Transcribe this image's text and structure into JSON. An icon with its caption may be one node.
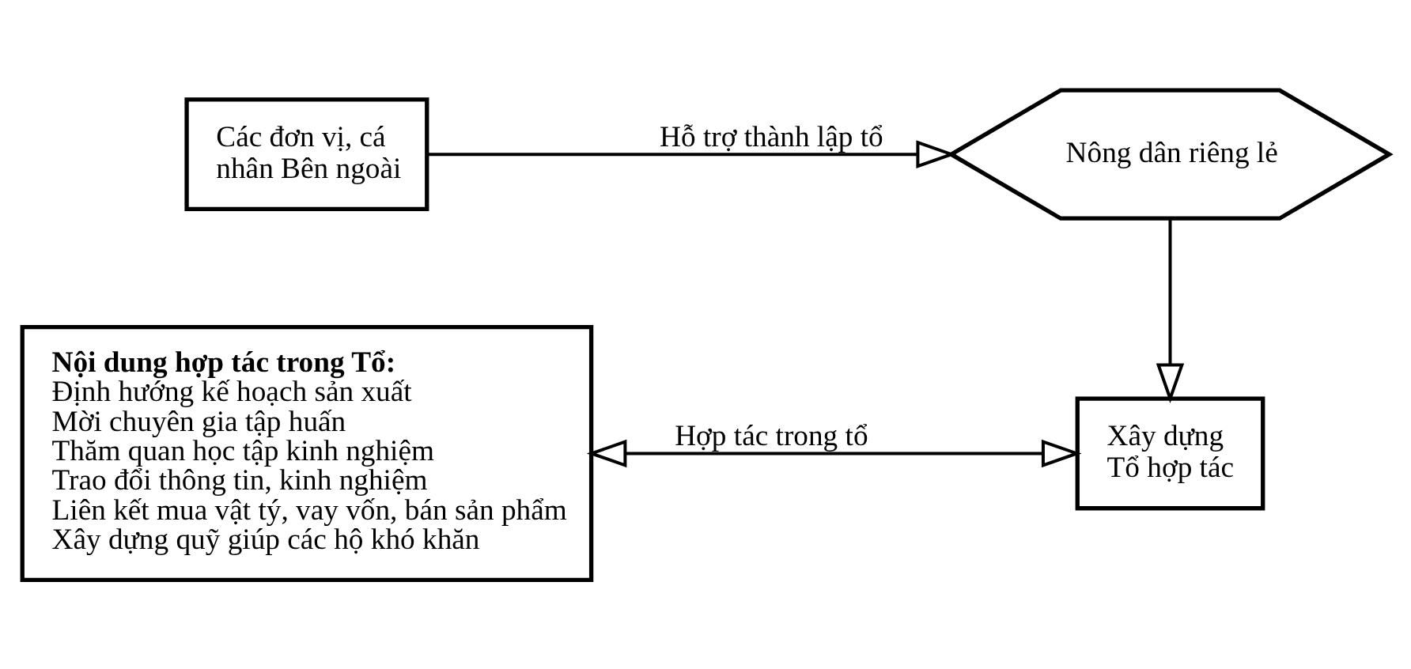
{
  "diagram": {
    "nodes": [
      {
        "text": [
          "Các đơn vị, cá nhân Bên ngoài"
        ]
      },
      {
        "text": [
          "Nông dân riêng lẻ"
        ]
      },
      {
        "text": [
          "Nội dung hợp tác trong Tổ:",
          "Định hướng kế hoạch sản xuất",
          "Mời chuyên gia tập huấn",
          "Thăm quan học tập kinh nghiệm",
          "Trao đổi thông tin, kinh nghiệm",
          "Liên kết mua vật tý, vay vốn, bán sản phẩm",
          "Xây dựng quỹ giúp các hộ khó khăn"
        ]
      },
      {
        "text": [
          "Xây dựng Tổ hợp tác"
        ]
      }
    ],
    "edges": [
      {
        "from": 0,
        "to": 1,
        "arrow": "to",
        "label": "Hỗ trợ thành lập tổ"
      },
      {
        "from": 1,
        "to": 3,
        "arrow": "to"
      },
      {
        "from": 2,
        "to": 3,
        "arrow": "both",
        "label": "Hợp tác trong tổ"
      }
    ]
  }
}
